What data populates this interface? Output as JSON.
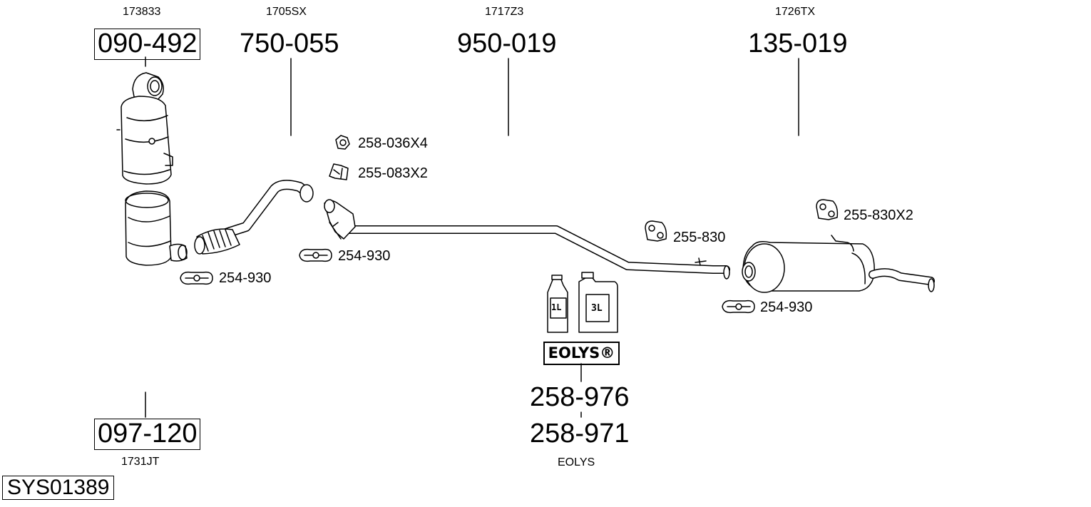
{
  "diagram": {
    "system_code": "SYS01389",
    "parts": [
      {
        "ref": "173833",
        "number": "090-492"
      },
      {
        "ref": "1705SX",
        "number": "750-055"
      },
      {
        "ref": "1717Z3",
        "number": "950-019"
      },
      {
        "ref": "1726TX",
        "number": "135-019"
      },
      {
        "ref": "1731JT",
        "number": "097-120"
      }
    ],
    "additive": {
      "brand": "EOLYS®",
      "number_1": "258-976",
      "number_2": "258-971",
      "ref": "EOLYS",
      "bottle_small": "1L",
      "bottle_large": "3L"
    },
    "accessories": {
      "nut": "258-036X4",
      "bracket": "255-083X2",
      "clamp_1": "254-930",
      "clamp_2": "254-930",
      "clamp_3": "254-930",
      "hanger_1": "255-830",
      "hanger_2": "255-830X2"
    }
  }
}
